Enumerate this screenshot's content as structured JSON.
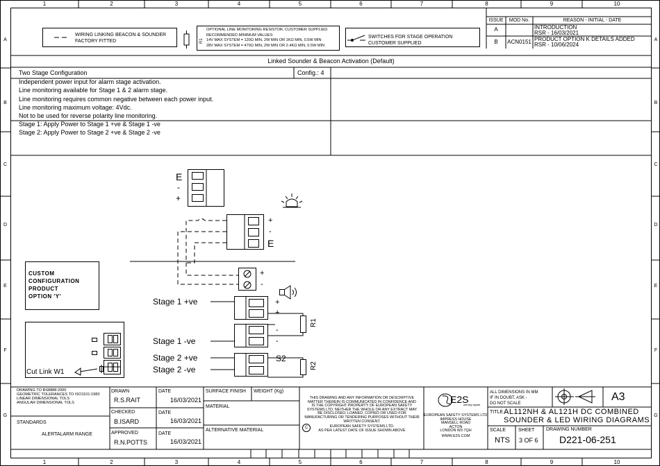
{
  "grid": {
    "columns": [
      "1",
      "2",
      "3",
      "4",
      "5",
      "6",
      "7",
      "8",
      "9",
      "10"
    ],
    "rows": [
      "A",
      "B",
      "C",
      "D",
      "E",
      "F",
      "G"
    ]
  },
  "legend": {
    "wiring_text": "WIRING LINKING BEACON & SOUNDER\nFACTORY FITTED",
    "resistor_label": "R1",
    "resistor_text": "OPTIONAL LINE MONITORING RESISTOR, CUSTOMER SUPPLIED.\nRECOMMENDED MINIMUM VALUES:\n14V MAX SYSTEM = 120Ω MIN, 2W MIN OR 1KΩ MIN, 0.5W MIN\n28V MAX SYSTEM = 470Ω MIN, 2W MIN OR 2.4KΩ MIN, 0.5W MIN",
    "switch_text": "SWITCHES FOR STAGE OPERATION\nCUSTOMER SUPPLIED"
  },
  "revisions": {
    "headers": [
      "ISSUE",
      "MOD No.",
      "REASON - INITIAL - DATE"
    ],
    "rows": [
      {
        "issue": "A",
        "mod": "",
        "reason": "INTRODUCTION\nRSR - 16/03/2021"
      },
      {
        "issue": "B",
        "mod": "ACN0151",
        "reason": "PRODUCT OPTION K DETAILS ADDED\nRSR - 10/06/2024"
      }
    ]
  },
  "main": {
    "title": "Linked Sounder & Beacon Activation (Default)",
    "config_name": "Two Stage Configuration",
    "config_number": "Config.: 4",
    "notes": [
      "Independent power input for alarm stage activation.",
      "Line monitoring available for Stage 1 & 2 alarm stage.",
      "Line monitoring requires common negative between each power input.",
      "Line monitoring maximum voltage: 4Vdc.",
      "Not to be used for reverse polarity line monitoring."
    ],
    "stages": [
      "Stage 1: Apply Power to Stage 1 +ve & Stage 1 -ve",
      "Stage 2: Apply Power to Stage 2 +ve & Stage 2 -ve"
    ]
  },
  "diagram": {
    "earth_label": "E",
    "minus_label": "-",
    "plus_label": "+",
    "beacon_terminal_labels": [
      "+",
      "-",
      "E"
    ],
    "sounder_terminal_labels": [
      "+",
      "-"
    ],
    "stage1_pos": "Stage 1 +ve",
    "stage1_neg": "Stage 1 -ve",
    "stage2_pos": "Stage 2 +ve",
    "stage2_neg": "Stage 2 -ve",
    "r1": "R1",
    "r2": "R2",
    "s2": "S2",
    "plus_a": "+",
    "plus_b": "+",
    "minus_a": "-",
    "minus_b": "-",
    "custom_option": "CUSTOM\nCONFIGURATION\nPRODUCT\nOPTION 'Y'",
    "cut_link": "Cut Link W1"
  },
  "title_block": {
    "drawing_std": "DRAWING TO BS8888:2000\nGEOMETRIC TOLERANCES TO ISO1101:1983\nLINEAR DIMENSIONAL TOLS\nANGULAR DIMENSIONAL TOLS",
    "standards_label": "STANDARDS",
    "standards_value": "ALERTALARM RANGE",
    "drawn_label": "DRAWN",
    "drawn_by": "R.S.RAIT",
    "checked_label": "CHECKED",
    "checked_by": "B.ISARD",
    "approved_label": "APPROVED",
    "approved_by": "R.N.POTTS",
    "date_label": "DATE",
    "drawn_date": "16/03/2021",
    "checked_date": "16/03/2021",
    "approved_date": "16/03/2021",
    "surface_finish": "SURFACE FINISH",
    "weight": "WEIGHT (Kg)",
    "material": "MATERIAL",
    "alt_material": "ALTERNATIVE MATERIAL",
    "copyright": "THIS DRAWING AND ANY INFORMATION OR DESCRIPTIVE\nMATTER THEREIN IS COMMUNICATED IN CONFIDENCE AND\nIS THE COPYRIGHT PROPERTY OF EUROPEAN SAFETY\nSYSTEMS LTD. NEITHER THE WHOLE OR ANY EXTRACT MAY\nBE DISCLOSED, LOANED, COPIED OR USED FOR\nMANUFACTURING OR TENDERING PURPOSES WITHOUT THEIR\nWRITTEN CONSENT.",
    "copyright_owner": "EUROPEAN SAFETY SYSTEMS LTD.\nAS PER LATEST DATE OF ISSUE SHOWN ABOVE",
    "copyright_symbol": "C",
    "logo_text": "E2S",
    "logo_sub": "warning signals",
    "company_address": "EUROPEAN SAFETY SYSTEMS LTD.\nIMPRESS HOUSE\nMANSELL ROAD\nACTON\nLONDON W3 7QH",
    "company_web": "WWW.E2S.COM",
    "dims": "ALL DIMENSIONS IN MM\nIF IN DOUBT, ASK -\nDO NOT SCALE",
    "paper_size": "A3",
    "title_label": "TITLE",
    "title_line1": "AL112NH & AL121H DC COMBINED",
    "title_line2": "SOUNDER & LED WIRING DIAGRAMS",
    "scale_label": "SCALE",
    "scale": "NTS",
    "sheet_label": "SHEET",
    "sheet": "3 OF 6",
    "drawing_number_label": "DRAWING NUMBER",
    "drawing_number": "D221-06-251"
  }
}
